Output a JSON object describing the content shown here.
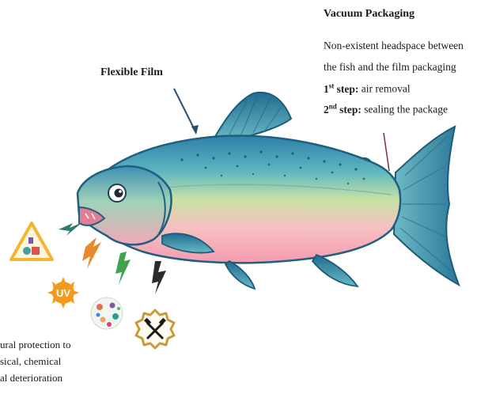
{
  "labels": {
    "vacuum_title": "Vacuum Packaging",
    "vacuum_line1": "Non-existent headspace between",
    "vacuum_line2": "the fish and the film packaging",
    "step1_num": "1",
    "step1_sup": "st",
    "step1_label": "step:",
    "step1_text": "air removal",
    "step2_num": "2",
    "step2_sup": "nd",
    "step2_label": "step:",
    "step2_text": "sealing the package",
    "flexible_film": "Flexible Film",
    "protection_line1": "ural protection to",
    "protection_line2": "sical, chemical",
    "protection_line3": "al deterioration",
    "uv": "UV"
  },
  "icons": [
    "warning-triangle-icon",
    "uv-sun-icon",
    "microbe-icon",
    "physical-damage-icon"
  ],
  "colors": {
    "fish_back": "#2f7fa8",
    "fish_belly": "#f7b7c4",
    "fin": "#3d8aa6",
    "arrow": "#2a4d6b",
    "lightning_teal": "#2e7d6e",
    "lightning_orange": "#e8892b",
    "lightning_green": "#3fa34d",
    "lightning_black": "#2b2b2b",
    "warning_yellow": "#f2b632",
    "uv_orange": "#f39a1d",
    "gear_gold": "#c79a3a"
  }
}
